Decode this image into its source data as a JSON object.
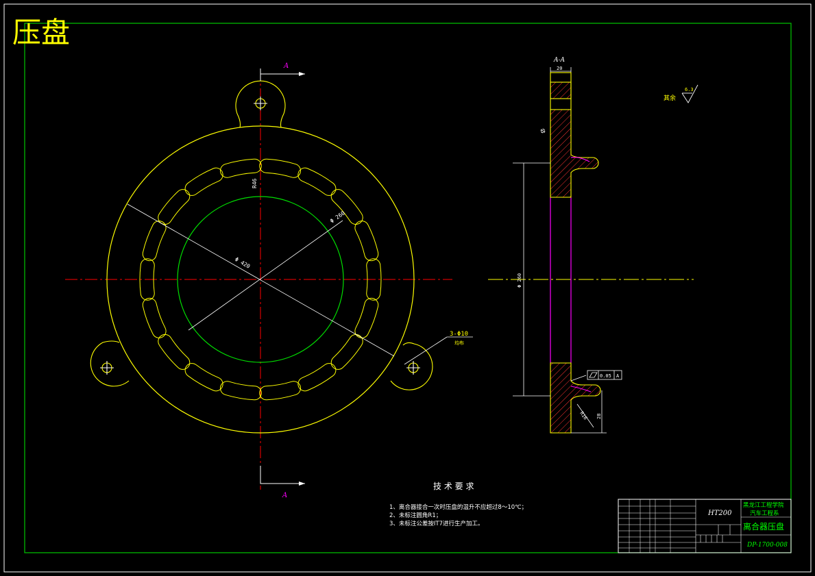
{
  "title": "压盘",
  "section": {
    "label": "A-A",
    "cut_marker": "A",
    "top_width_dim": "20",
    "roughness_label": "其余",
    "roughness_value": "6.3",
    "left_dim": "Φ",
    "height_dim": "Φ 260",
    "flatness_value": "0.05",
    "datum": "A",
    "fillet_dim": "R16",
    "bottom_dim": "28"
  },
  "front_view": {
    "vertical_dim": "R46",
    "diam_large": "Φ 420",
    "diam_mid": "Φ 260",
    "hole_callout": "3-Φ10",
    "hole_callout_sub": "均布"
  },
  "tech_req": {
    "heading": "技 术 要 求",
    "items": [
      "1、离合器接合一次时压盘的温升不应超过8～10℃；",
      "2、未标注圆角R1；",
      "3、未标注公差按IT7进行生产加工。"
    ]
  },
  "title_block": {
    "material": "HT200",
    "school": "黑龙江工程学院",
    "department": "汽车工程系",
    "part_name": "离合器压盘",
    "drawing_no": "DP-1700-008"
  },
  "colors": {
    "frame": "#00c800",
    "outline": "#ffff00",
    "centerline": "#ff0000",
    "dimension": "#ffffff",
    "section_edge": "#ff00ff",
    "cut_letter": "#ff00ff",
    "title_text": "#ffff00",
    "block_text": "#00ff00"
  }
}
